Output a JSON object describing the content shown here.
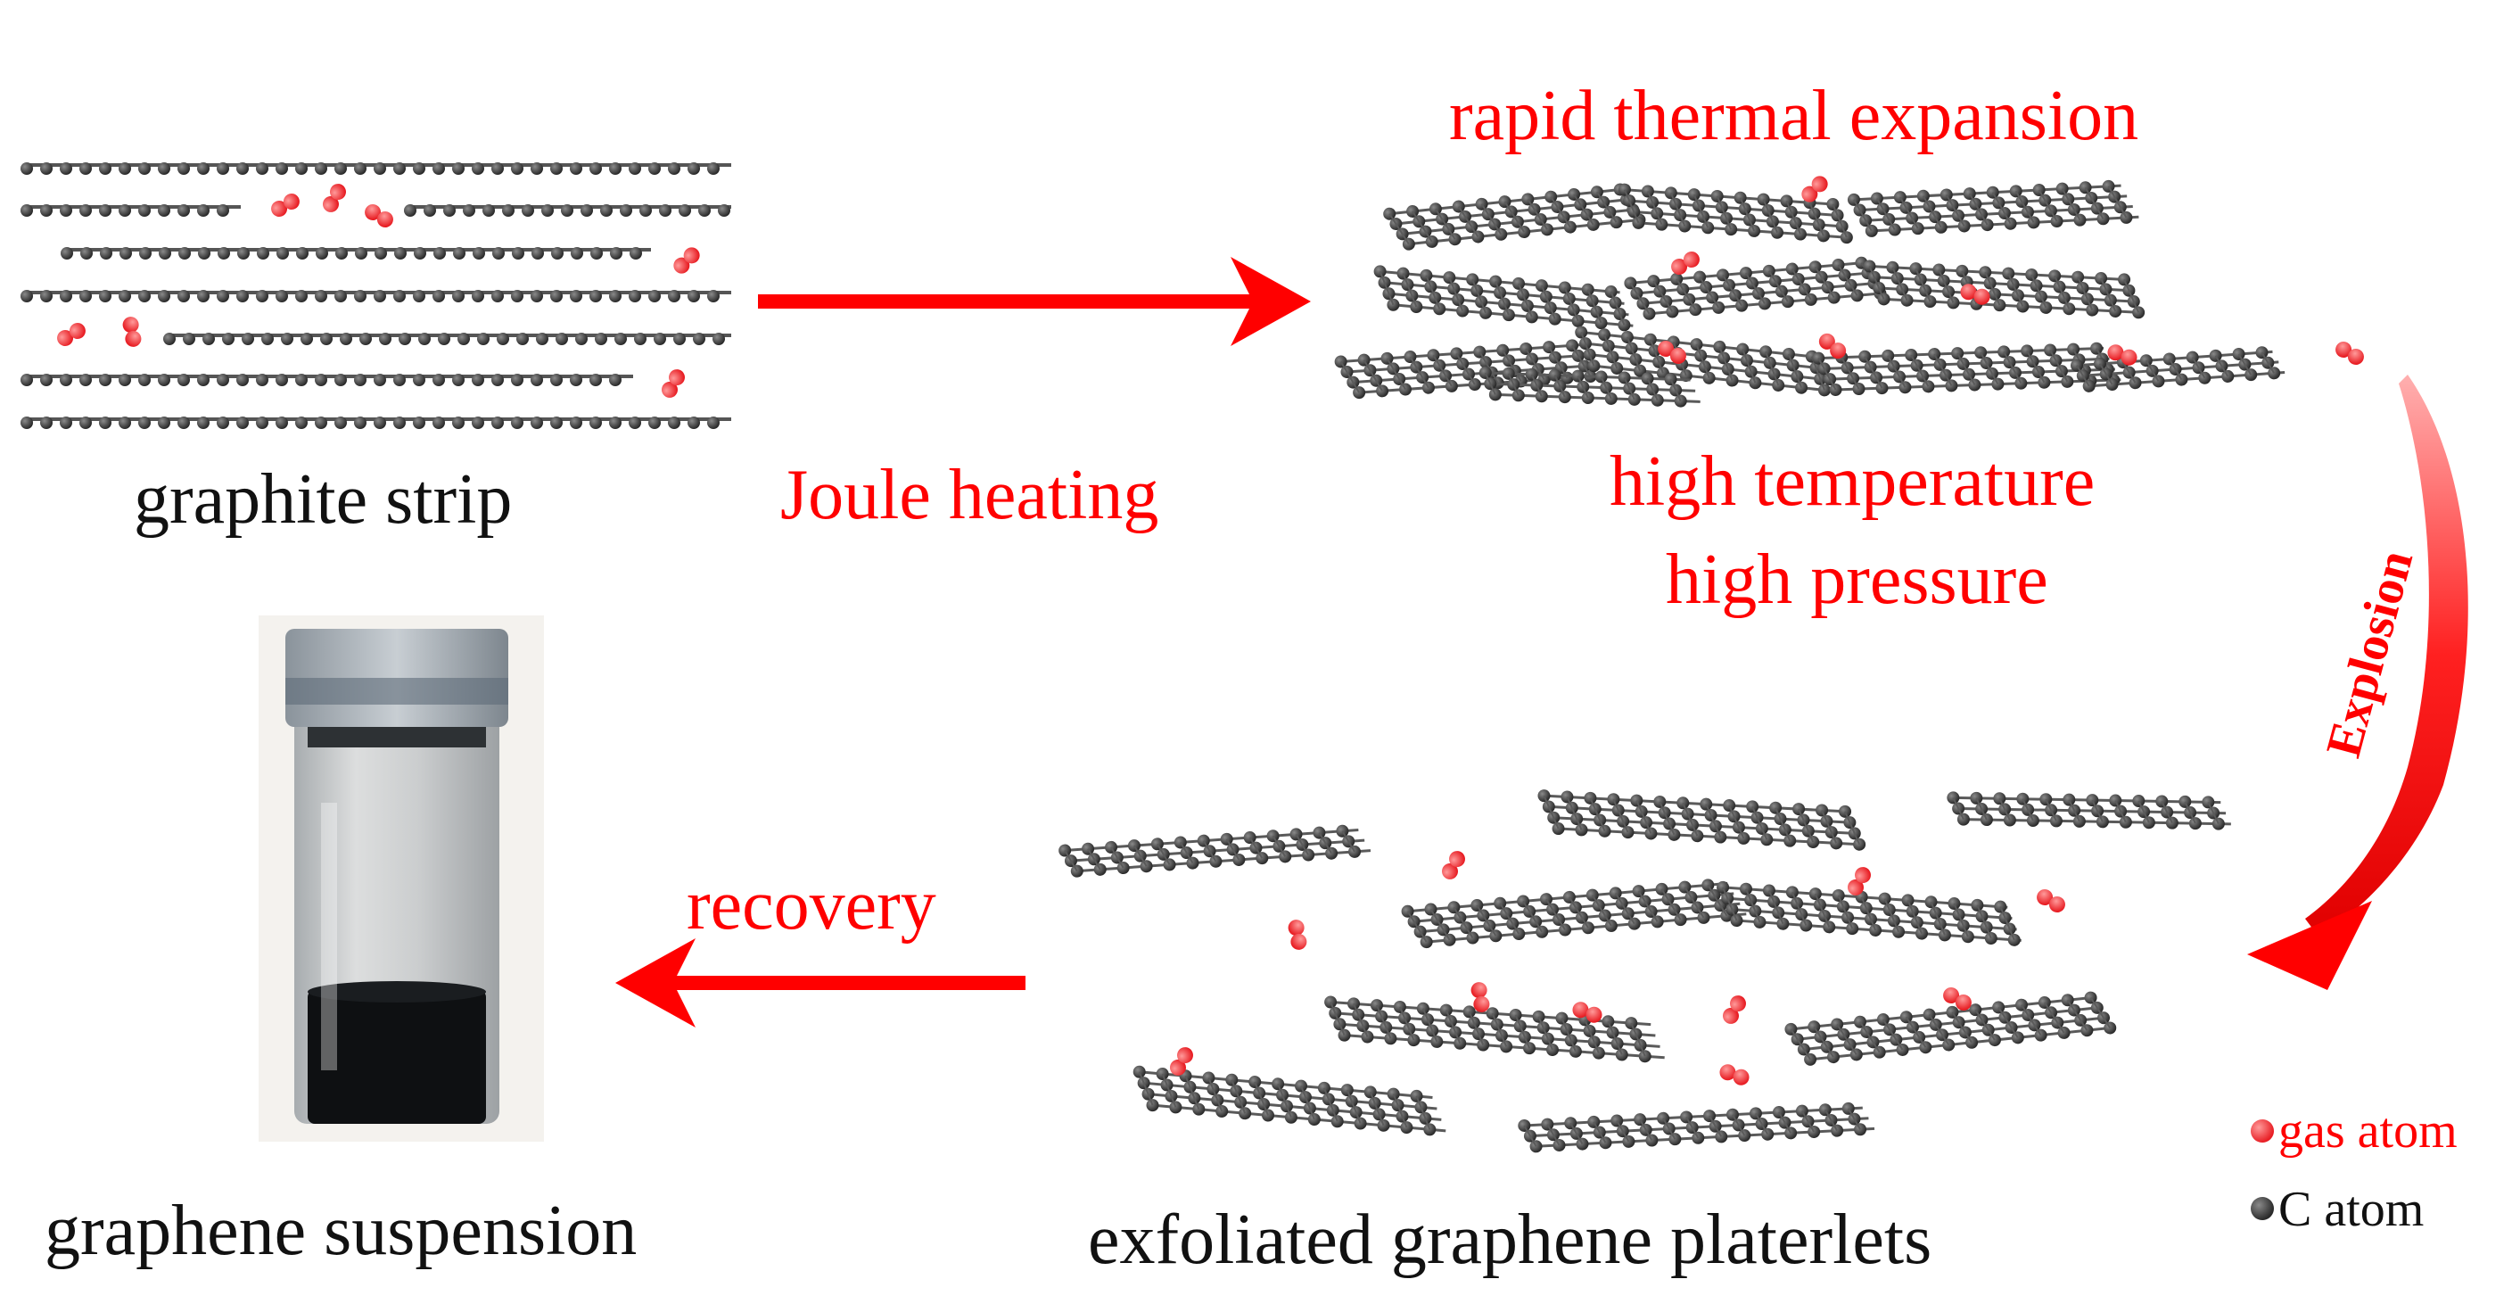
{
  "labels": {
    "graphite_strip": "graphite strip",
    "joule_heating": "Joule heating",
    "rapid_thermal_expansion": "rapid thermal expansion",
    "high_temperature": "high temperature",
    "high_pressure": "high pressure",
    "explosion": "Explosion",
    "recovery": "recovery",
    "graphene_suspension": "graphene suspension",
    "exfoliated_graphene_platelets": "exfoliated graphene platerlets"
  },
  "legend": {
    "gas_atom": "gas atom",
    "c_atom": "C atom"
  },
  "colors": {
    "accent_red": "#ff0000",
    "gas_atom": "#f2393c",
    "carbon_atom": "#3a3a3a",
    "text": "#111111"
  },
  "icons": {
    "gas_molecule": "gas-molecule-icon",
    "carbon_atom": "carbon-atom-icon"
  }
}
